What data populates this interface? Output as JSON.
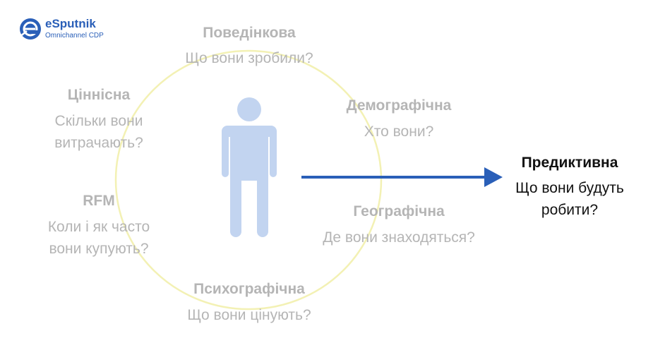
{
  "brand": {
    "name": "eSputnik",
    "tagline": "Omnichannel CDP",
    "icon": "esputnik-logo-icon",
    "color": "#2a5fb8"
  },
  "center": {
    "icon": "person-icon",
    "color": "#c2d4f0"
  },
  "ring_color": "#f3f1b4",
  "arrow_color": "#2a5fb8",
  "segments": {
    "behavioral": {
      "title": "Поведінкова",
      "question": "Що вони зробили?"
    },
    "value": {
      "title": "Ціннісна",
      "question_lines": [
        "Скільки вони",
        "витрачають?"
      ]
    },
    "demographic": {
      "title": "Демографічна",
      "question": "Хто вони?"
    },
    "rfm": {
      "title": "RFM",
      "question_lines": [
        "Коли і як часто",
        "вони купують?"
      ]
    },
    "geographic": {
      "title": "Географічна",
      "question": "Де вони знаходяться?"
    },
    "psychographic": {
      "title": "Психографічна",
      "question": "Що вони цінують?"
    },
    "predictive": {
      "title": "Предиктивна",
      "question_lines": [
        "Що вони будуть",
        "робити?"
      ]
    }
  }
}
